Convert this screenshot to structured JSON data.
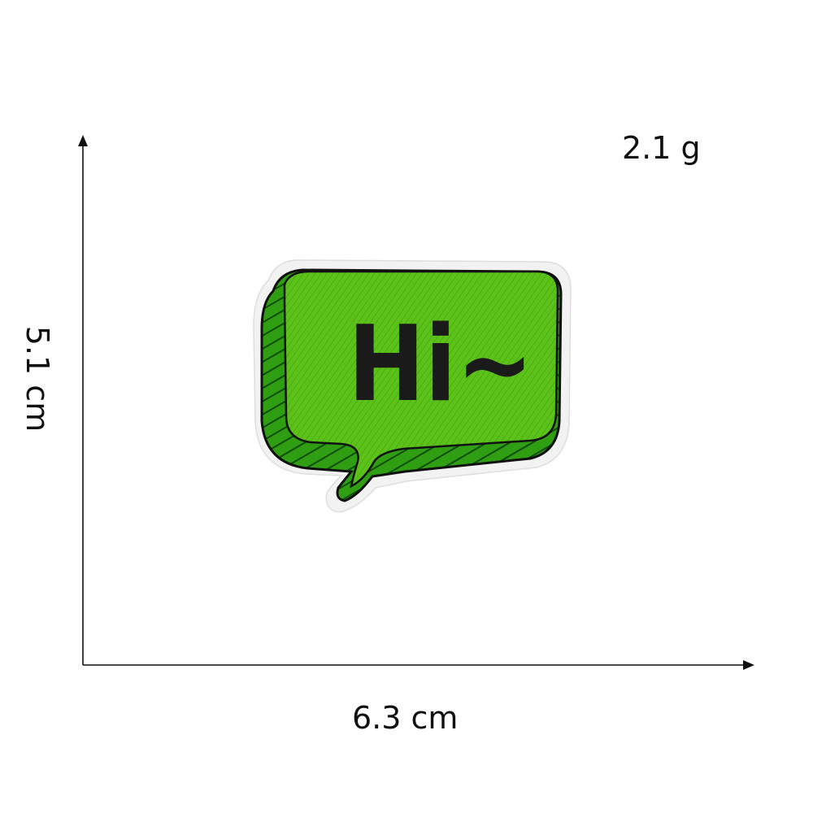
{
  "dimensions": {
    "weight": "2.1 g",
    "width": "6.3 cm",
    "height": "5.1 cm"
  },
  "patch": {
    "text": "Hi~",
    "colors": {
      "fill": "#5cc21a",
      "fill_shadow": "#2f9e12",
      "stitch_dark": "#0f4d09",
      "outline": "#111111",
      "border": "#f2f2f2",
      "text": "#1a1a1a"
    }
  },
  "colors": {
    "axis": "#111111",
    "background": "#ffffff"
  }
}
